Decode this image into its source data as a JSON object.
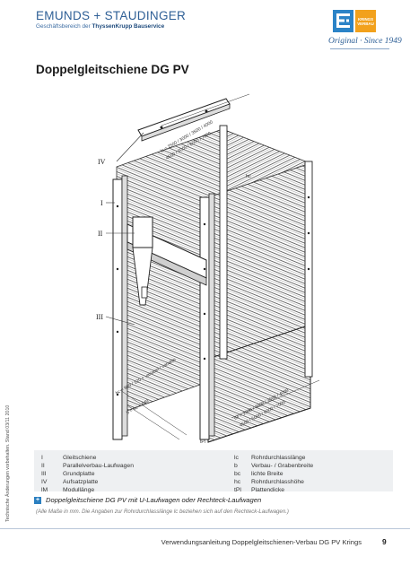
{
  "header": {
    "company": "EMUNDS + STAUDINGER",
    "sub_prefix": "Geschäftsbereich der ",
    "sub_bold": "ThyssenKrupp Bauservice",
    "logo_b_line1": "KRINGS",
    "logo_b_line2": "VERBAU",
    "original": "Original · Since 1949"
  },
  "title": "Doppelgleitschiene DG PV",
  "side_note": "Technische Änderungen vorbehalten. Stand 03/11 2010",
  "drawing": {
    "labels": {
      "iv": "IV",
      "i": "I",
      "ii": "II",
      "iii": "III",
      "lc_top": "lc = 2500 / 3000 / 3500 / 4000",
      "lc_top2": "4500 / 5000 / 6000 / 7000",
      "lm_bottom": "lM = 2500 / 3000 / 3500 / 4000",
      "lm_bottom2": "4500 / 5000 / 6000 / 7000",
      "bc": "bc = 900 / 120 + variabel / variable",
      "b": "b = bc + 640",
      "tpl": "tPl",
      "h": "hc"
    }
  },
  "legend": {
    "left": [
      {
        "key": "I",
        "val": "Gleitschiene"
      },
      {
        "key": "II",
        "val": "Parallelverbau-Laufwagen"
      },
      {
        "key": "III",
        "val": "Grundplatte"
      },
      {
        "key": "IV",
        "val": "Aufsatzplatte"
      },
      {
        "key": "lM",
        "val": "Modullänge"
      }
    ],
    "right": [
      {
        "key": "lc",
        "val": "Rohrdurchlasslänge"
      },
      {
        "key": "b",
        "val": "Verbau- / Grabenbreite"
      },
      {
        "key": "bc",
        "val": "lichte Breite"
      },
      {
        "key": "hc",
        "val": "Rohrdurchlasshöhe"
      },
      {
        "key": "tPl",
        "val": "Plattendicke"
      }
    ]
  },
  "caption": "Doppelgleitschiene DG PV mit U-Laufwagen oder Rechteck-Laufwagen",
  "note": "(Alle Maße in mm. Die Angaben zur Rohrdurchlasslänge lc beziehen sich auf den Rechteck-Laufwagen.)",
  "footer": "Verwendungsanleitung Doppelgleitschienen-Verbau DG PV Krings",
  "page_number": "9"
}
